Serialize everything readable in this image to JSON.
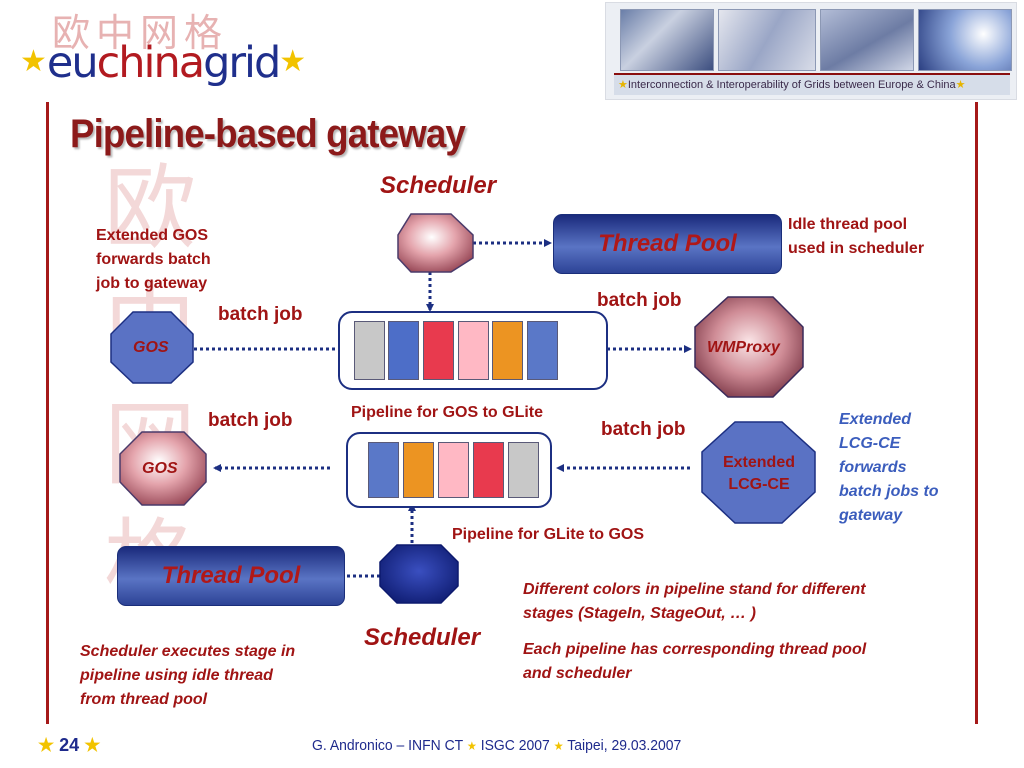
{
  "header": {
    "logo": {
      "chinese": "欧中网格",
      "prefix": "eu",
      "middle": "china",
      "suffix": "grid",
      "star": "★"
    },
    "banner_caption": "Interconnection & Interoperability of Grids between Europe & China"
  },
  "slide": {
    "title": "Pipeline-based gateway",
    "watermark_chars": [
      "欧",
      "中",
      "网",
      "格"
    ]
  },
  "diagram": {
    "scheduler_top_label": "Scheduler",
    "scheduler_bottom_label": "Scheduler",
    "thread_pool_top": "Thread Pool",
    "thread_pool_bottom": "Thread Pool",
    "gos_top": "GOS",
    "gos_bottom": "GOS",
    "wmproxy": "WMProxy",
    "extended_lcg_ce": [
      "Extended",
      "LCG-CE"
    ],
    "batch_job_labels": [
      "batch job",
      "batch job",
      "batch job",
      "batch job"
    ],
    "pipeline_gos_to_glite": "Pipeline for GOS to GLite",
    "pipeline_glite_to_gos": "Pipeline for GLite to GOS",
    "pipeline_top_cell_colors": [
      "#c8c8c8",
      "#4d6ec8",
      "#e83a4e",
      "#ffb8c4",
      "#ec9422",
      "#5a78c8"
    ],
    "pipeline_bottom_cell_colors": [
      "#5a78c8",
      "#ec9422",
      "#ffb8c4",
      "#e83a4e",
      "#c8c8c8"
    ]
  },
  "notes": {
    "extended_gos": [
      "Extended GOS",
      "forwards batch",
      "job to gateway"
    ],
    "idle_thread_pool": [
      "Idle thread pool",
      "used in scheduler"
    ],
    "extended_lcg_ce": [
      "Extended",
      "LCG-CE",
      "forwards",
      "batch jobs to",
      "gateway"
    ],
    "colors": [
      "Different colors in pipeline stand for different",
      "stages (StageIn, StageOut, … )"
    ],
    "each_pipeline": [
      "Each pipeline has corresponding thread pool",
      "and scheduler"
    ],
    "scheduler_executes": [
      "Scheduler executes stage in",
      "pipeline  using idle thread",
      "from thread pool"
    ]
  },
  "footer": {
    "page_number": "24",
    "author": "G. Andronico – INFN CT",
    "event": "ISGC 2007",
    "place_date": "Taipei, 29.03.2007"
  },
  "colors": {
    "accent_red": "#a01414",
    "accent_blue": "#1e2a78",
    "star_yellow": "#f2c300"
  }
}
